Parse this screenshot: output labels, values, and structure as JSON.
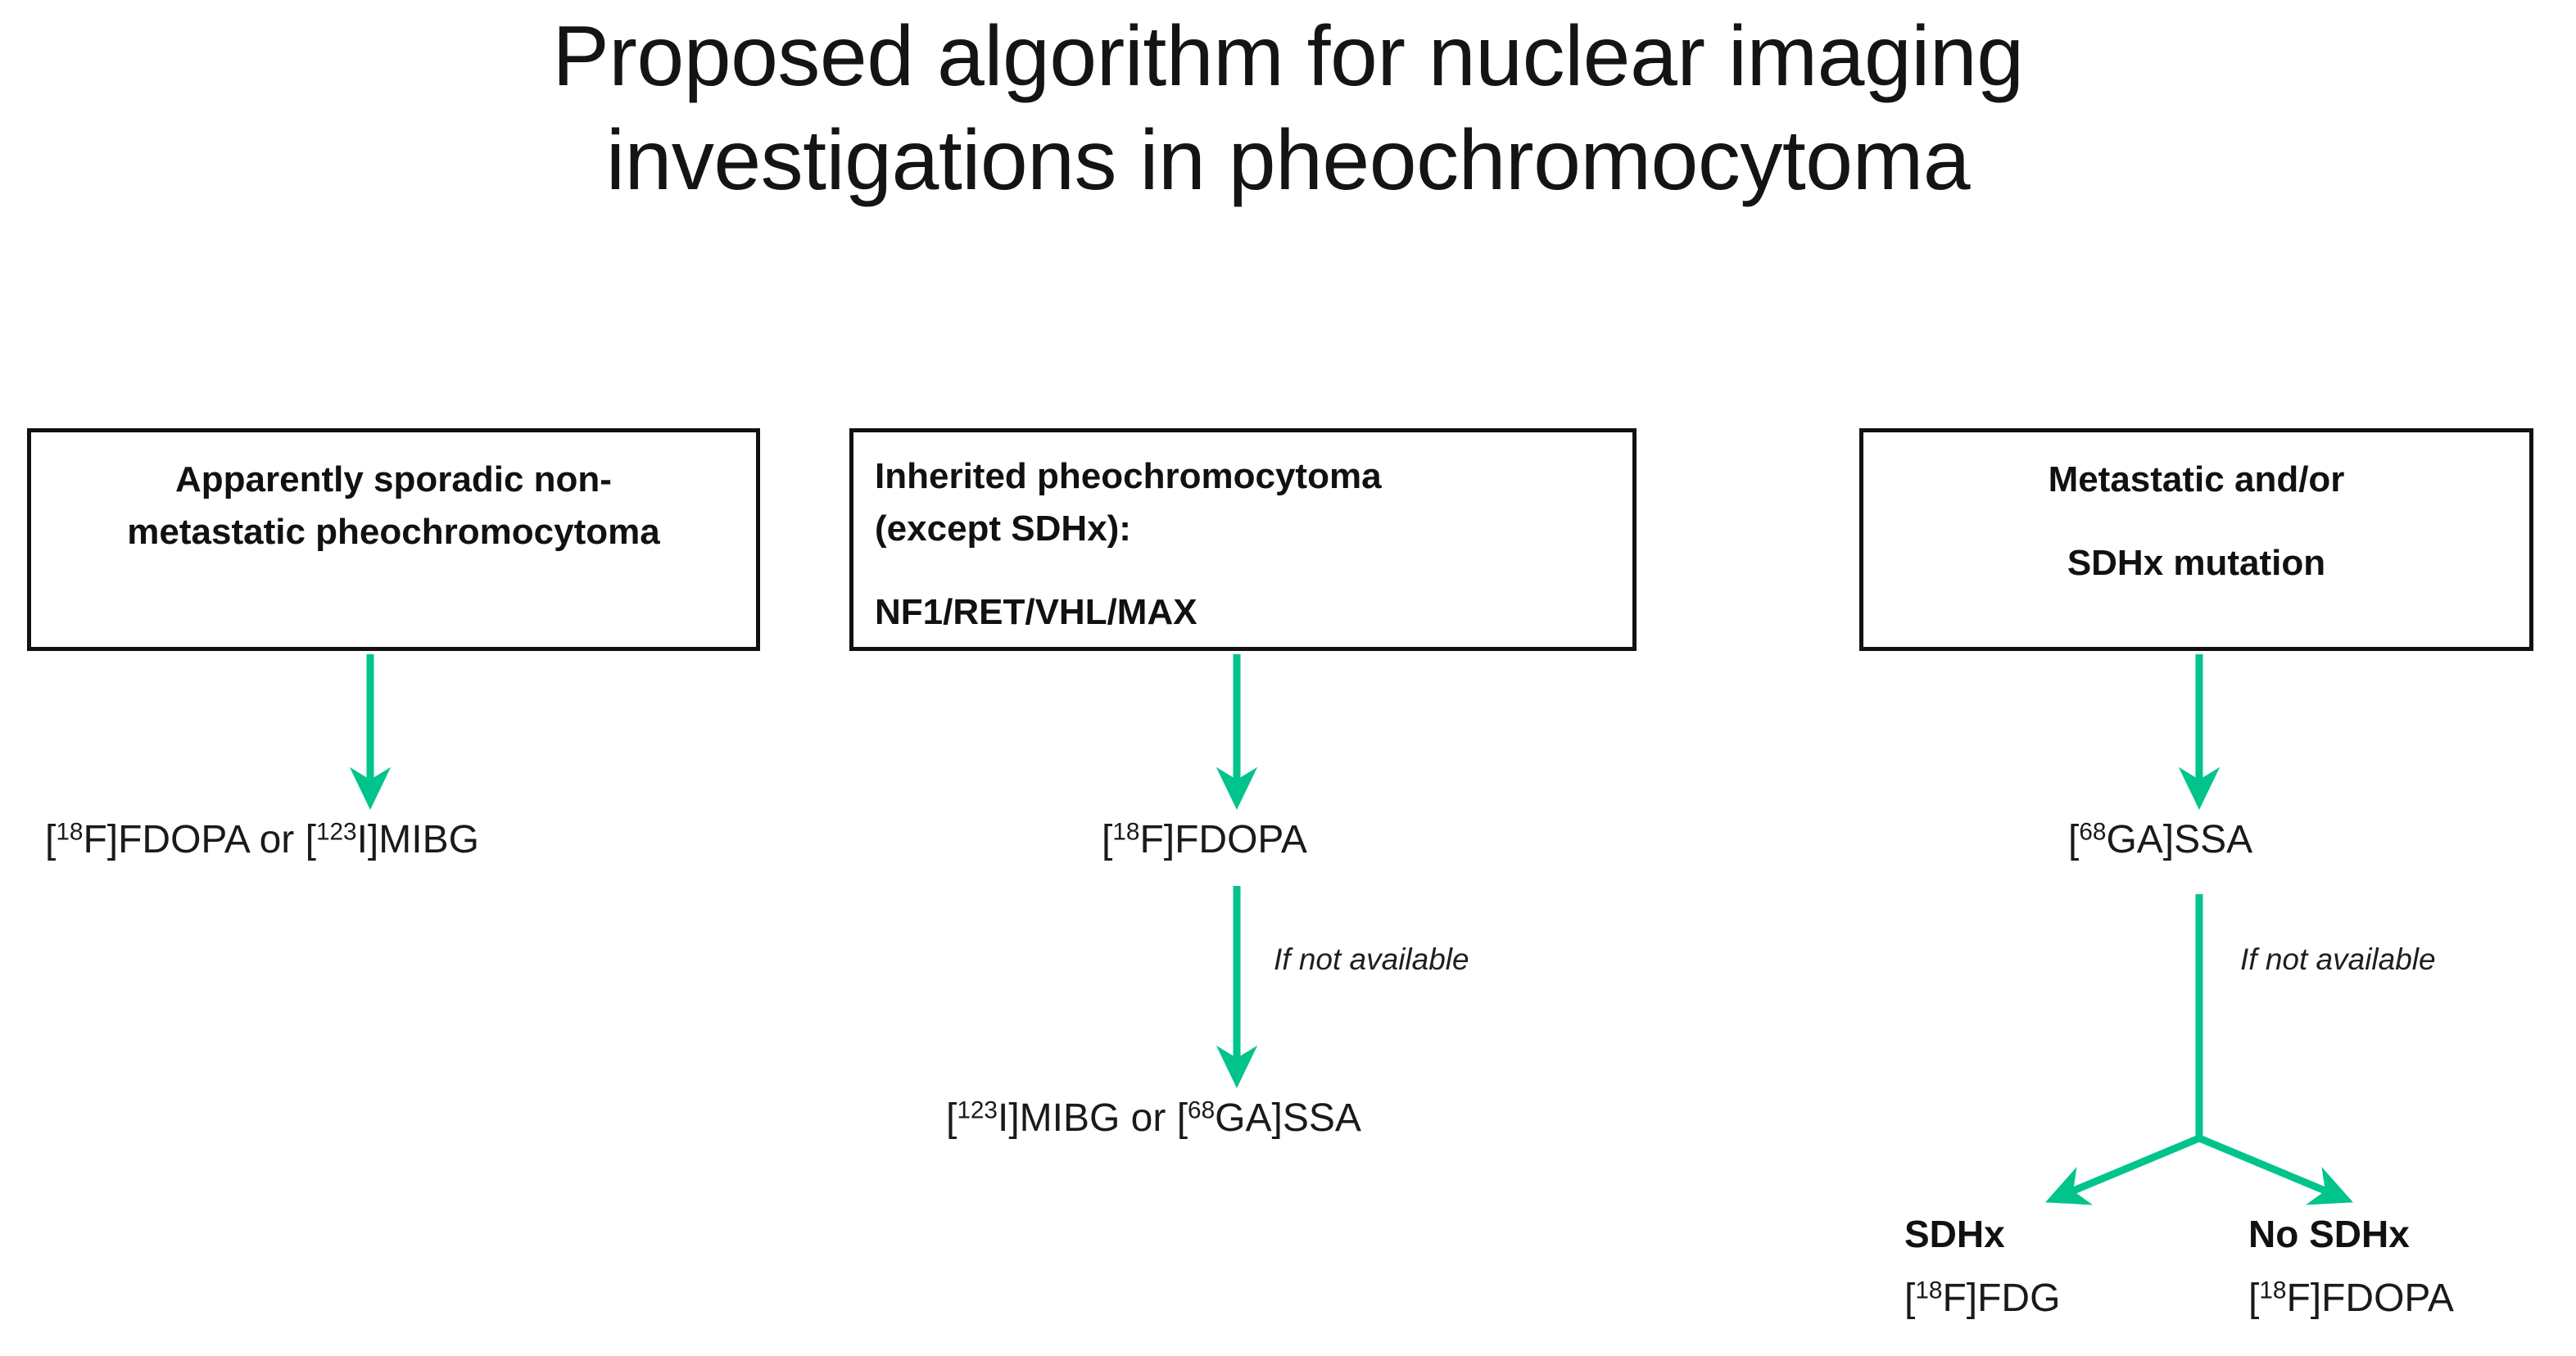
{
  "title": {
    "line1": "Proposed algorithm for nuclear imaging",
    "line2": "investigations in pheochromocytoma"
  },
  "colors": {
    "arrow_green": "#00C48C",
    "box_border": "#111111",
    "text": "#1a1a1a",
    "background": "#ffffff"
  },
  "boxes": {
    "sporadic": {
      "line1": "Apparently sporadic non-",
      "line2": "metastatic pheochromocytoma"
    },
    "inherited": {
      "line1": "Inherited pheochromocytoma",
      "line2": "(except SDHx):",
      "line3": "NF1/RET/VHL/MAX"
    },
    "metastatic": {
      "line1": "Metastatic and/or",
      "line2": "SDHx mutation"
    }
  },
  "tracers": {
    "col1_primary": {
      "prefix_bracket_open": "[",
      "isotope1": "18",
      "element1": "F",
      "mid": "]FDOPA or [",
      "isotope2": "123",
      "element2": "I",
      "tail": "]MIBG",
      "plain": "[18F]FDOPA or [123I]MIBG"
    },
    "col2_primary": {
      "plain": "[18F]FDOPA",
      "isotope": "18",
      "element": "F",
      "tail": "]FDOPA"
    },
    "col2_secondary": {
      "plain": "[123I]MIBG or [68GA]SSA",
      "isotope1": "123",
      "element1": "I",
      "mid": "]MIBG or [",
      "isotope2": "68",
      "element2": "GA",
      "tail": "]SSA"
    },
    "col3_primary": {
      "plain": "[68GA]SSA",
      "isotope": "68",
      "element": "GA",
      "tail": "]SSA"
    }
  },
  "notes": {
    "col2_if_not_available": "If not available",
    "col3_if_not_available": "If not available"
  },
  "branches": {
    "left": {
      "label": "SDHx",
      "tracer_isotope": "18",
      "tracer_element": "F",
      "tracer_tail": "]FDG",
      "tracer_plain": "[18F]FDG"
    },
    "right": {
      "label": "No SDHx",
      "tracer_isotope": "18",
      "tracer_element": "F",
      "tracer_tail": "]FDOPA",
      "tracer_plain": "[18F]FDOPA"
    }
  }
}
